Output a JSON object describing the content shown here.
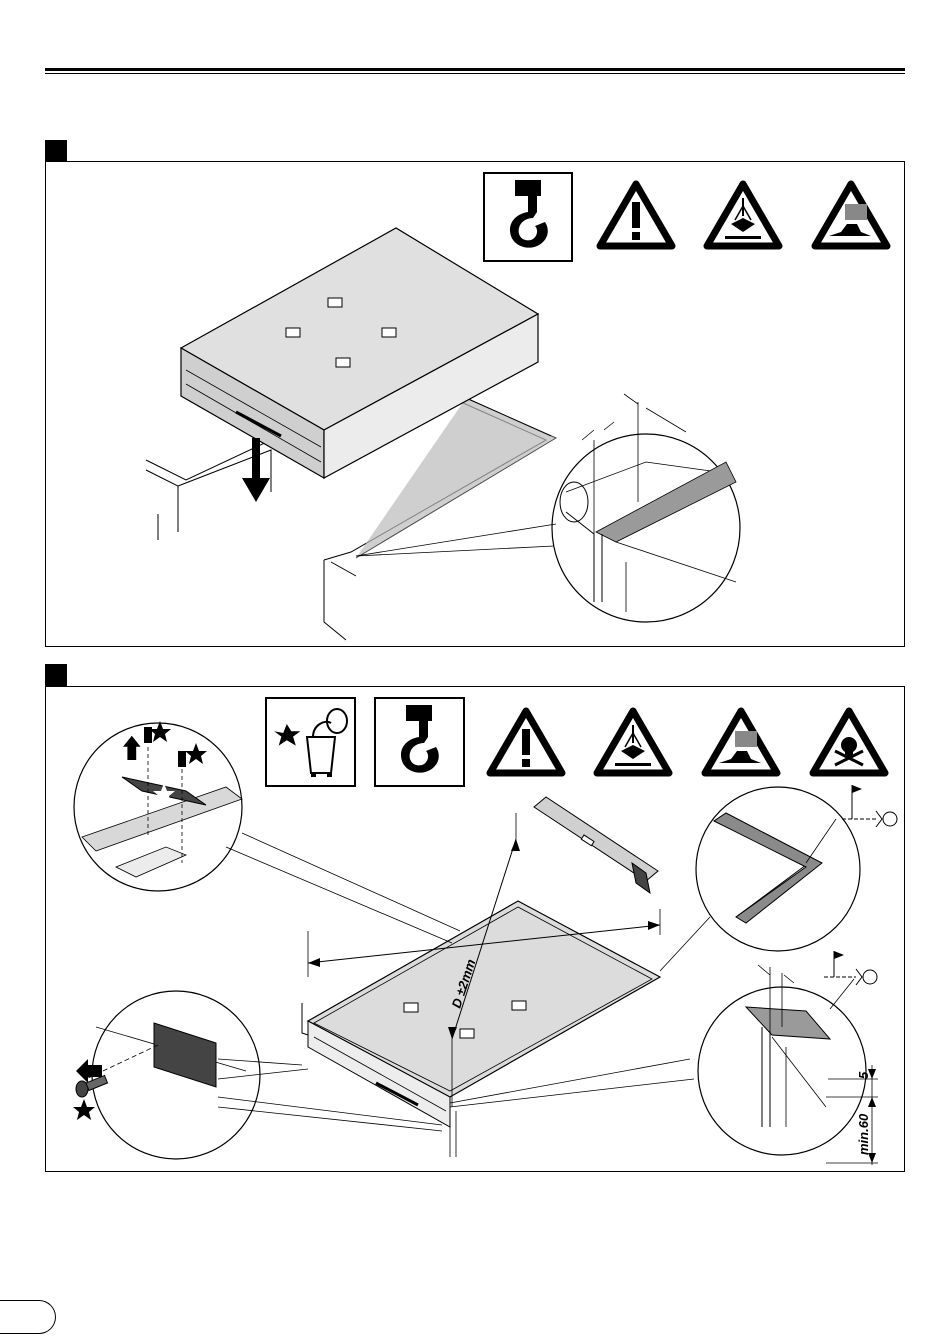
{
  "document": {
    "page_type": "installation-instructions",
    "steps": [
      {
        "id": "step-1",
        "icons": [
          "lifting-hook-icon",
          "warning-general-icon",
          "warning-suspended-load-icon",
          "warning-crush-feet-icon"
        ]
      },
      {
        "id": "step-2",
        "icons": [
          "dispose-waste-bin-icon",
          "lifting-hook-icon",
          "warning-general-icon",
          "warning-suspended-load-icon",
          "warning-crush-feet-icon",
          "warning-toxic-icon"
        ],
        "annotations": {
          "diagonal": "D ±2mm",
          "gap": "5",
          "min_depth": "min.60"
        }
      }
    ]
  },
  "colors": {
    "ink": "#000000",
    "appliance_gray": "#d9d9d9",
    "paper": "#ffffff"
  }
}
